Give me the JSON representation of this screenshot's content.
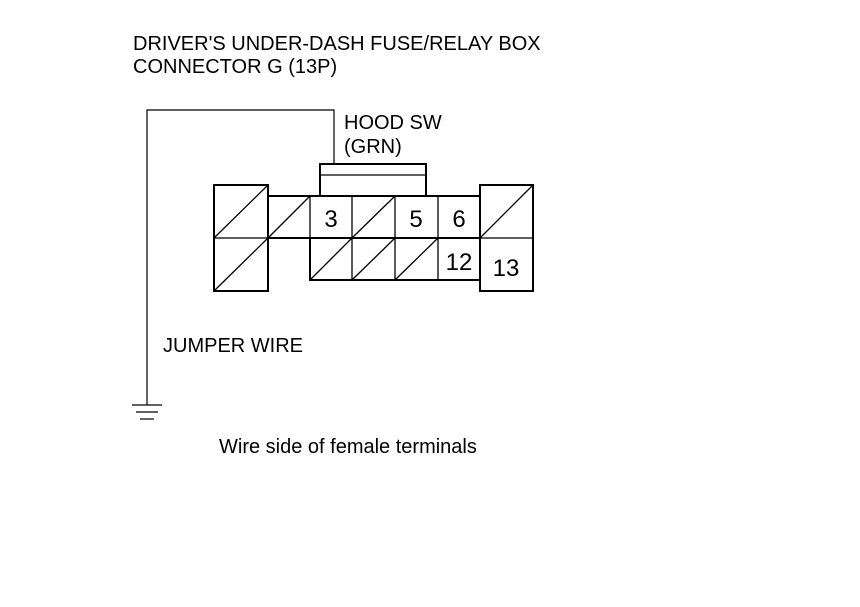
{
  "title": {
    "line1": "DRIVER'S UNDER-DASH FUSE/RELAY BOX",
    "line2": "CONNECTOR G (13P)"
  },
  "hood_switch": {
    "line1": "HOOD SW",
    "line2": "(GRN)"
  },
  "jumper_label": "JUMPER WIRE",
  "caption": "Wire side of female terminals",
  "connector": {
    "terminal_numbers": [
      "3",
      "5",
      "6",
      "12",
      "13"
    ]
  },
  "icons": {
    "ground": "ground-symbol-icon"
  }
}
